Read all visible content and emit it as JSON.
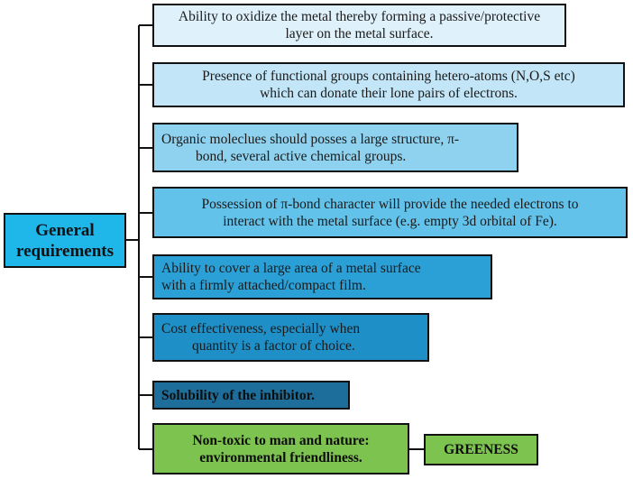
{
  "root": {
    "line1": "General",
    "line2": "requirements"
  },
  "requirements": [
    {
      "line1": "Ability to oxidize the metal thereby forming a passive/protective",
      "line2": "layer on the metal surface."
    },
    {
      "line1": "Presence of functional groups containing hetero-atoms (N,O,S etc)",
      "line2": "which can donate their lone pairs of electrons."
    },
    {
      "line1": "Organic moleclues should posses a large structure, π-",
      "line2": "bond, several active chemical groups."
    },
    {
      "line1": "Possession of π-bond character will provide the needed electrons to",
      "line2": "interact with the metal surface (e.g. empty 3d orbital of Fe)."
    },
    {
      "line1": "Ability to cover a large area of a metal surface",
      "line2": "with a firmly attached/compact film."
    },
    {
      "line1": "Cost  effectiveness, especially when",
      "line2": "quantity is a factor of choice."
    },
    {
      "line1": "Solubility of the inhibitor."
    },
    {
      "line1": "Non-toxic to man and nature:",
      "line2": "environmental friendliness."
    }
  ],
  "greeness": {
    "label": "GREENESS"
  },
  "colors": {
    "root_fill": "#1fb6ea",
    "green_fill": "#7dc350",
    "line": "#111111"
  }
}
